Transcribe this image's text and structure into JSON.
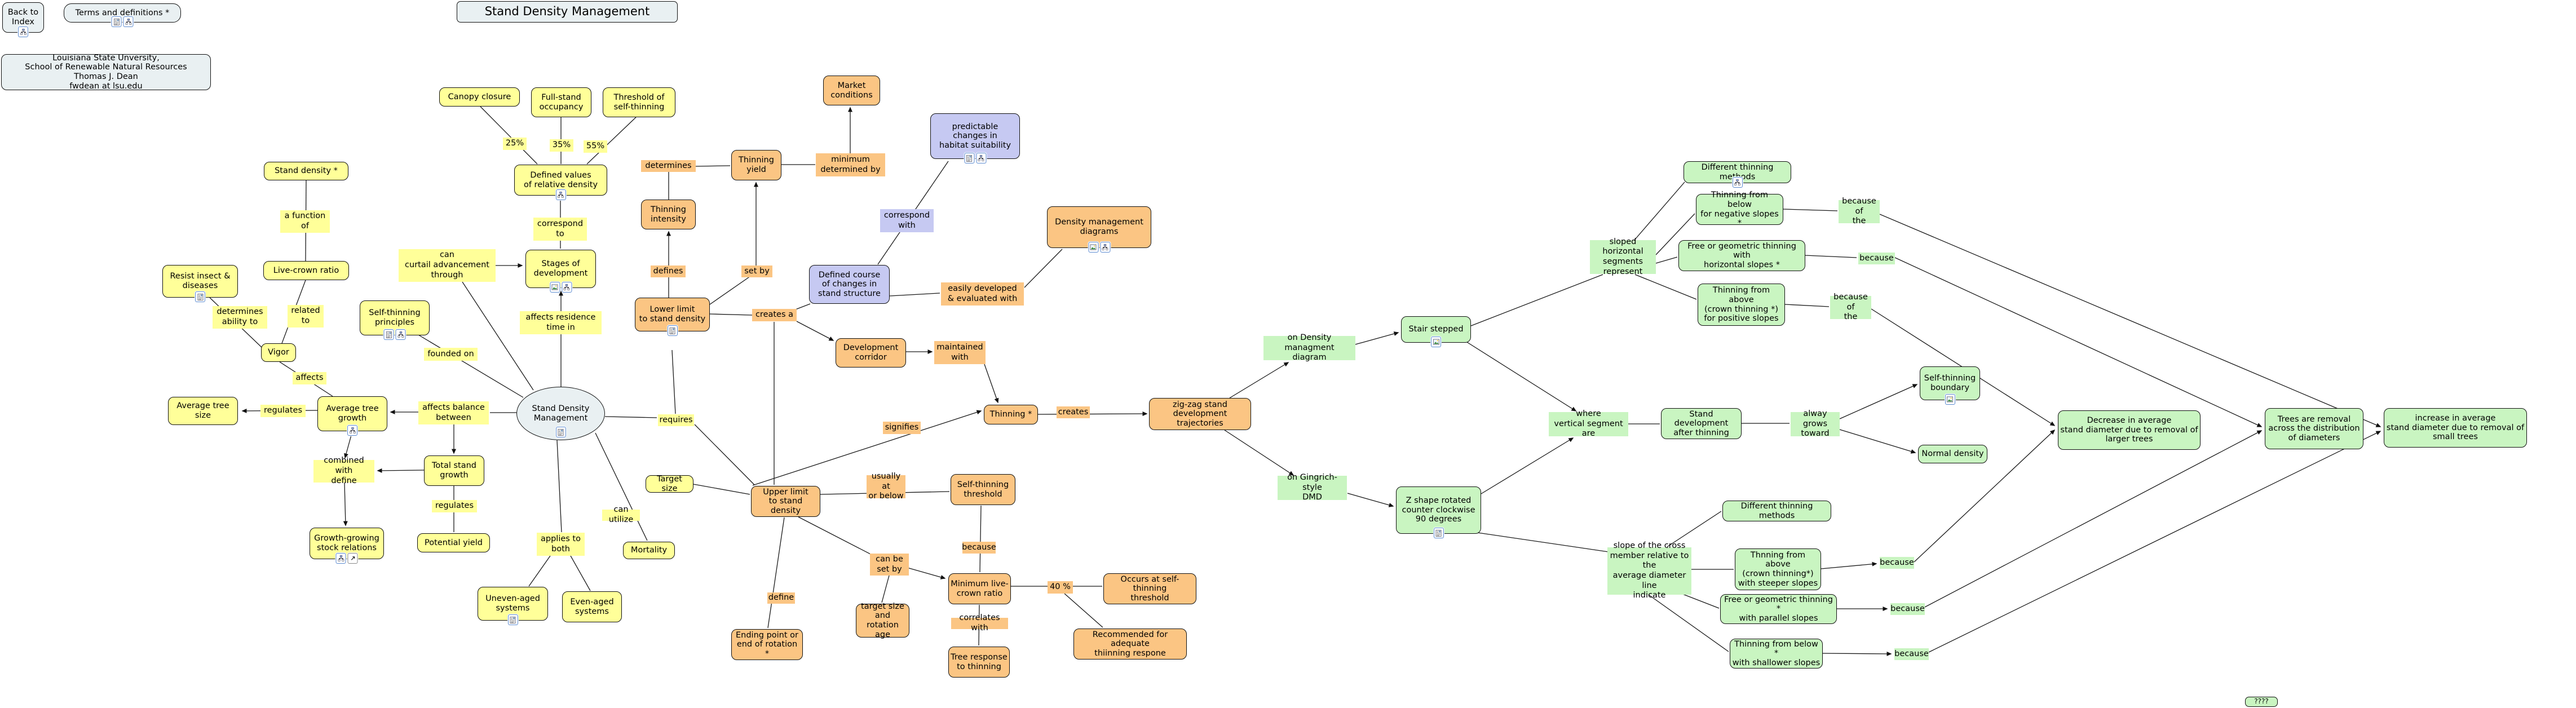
{
  "colors": {
    "concept_yellow": "#ffff99",
    "concept_orange": "#fbc583",
    "concept_green": "#c9f5c1",
    "concept_purple": "#c6c9f2",
    "concept_pale_blue": "#e9f0f2",
    "line": "#1a1a1a"
  },
  "header": {
    "back_to_index": "Back to\nIndex",
    "terms_and_definitions": "Terms and definitions *",
    "lsu_credit": "Louisiana State Unversity,\nSchool of Renewable Natural Resources\nThomas J. Dean\nfwdean at lsu.edu",
    "title": "Stand Density Management"
  },
  "map": {
    "stand_density": "Stand density *",
    "a_function_of": "a function\nof",
    "live_crown_ratio": "Live-crown ratio",
    "resist_insect": "Resist insect &\ndiseases",
    "determines_ability": "determines\nability to",
    "related_to": "related\nto",
    "vigor": "Vigor",
    "affects": "affects",
    "average_tree_size": "Average tree\nsize",
    "regulates1": "regulates",
    "average_tree_growth": "Average tree\ngrowth",
    "combined_with": "combined with\ndefine",
    "growth_growing": "Growth-growing\nstock relations",
    "total_stand_growth": "Total stand\ngrowth",
    "regulates2": "regulates",
    "potential_yield": "Potential yield",
    "self_thinning_principles": "Self-thinning\nprinciples",
    "founded_on": "founded on",
    "can_curtail": "can\ncurtail advancement\nthrough",
    "stages": "Stages of\ndevelopment",
    "affects_residence": "affects residence\ntime in",
    "canopy_closure": "Canopy closure",
    "pct25": "25%",
    "full_stand": "Full-stand\noccupancy",
    "pct35": "35%",
    "threshold_st": "Threshold of\nself-thinning",
    "pct55": "55%",
    "defined_values": "Defined values\nof relative density",
    "correspond_to": "correspond\nto",
    "sdm": "Stand Density\nManagement",
    "affects_balance": "affects balance\nbetween",
    "applies_both": "applies to\nboth",
    "can_utilize": "can utilize",
    "requires": "requires",
    "target_size": "Target size",
    "uneven_aged": "Uneven-aged\nsystems",
    "even_aged": "Even-aged\nsystems",
    "mortality": "Mortality",
    "determines": "determines",
    "thinning_intensity": "Thinning\nintensity",
    "defines": "defines",
    "thinning_yield": "Thinning\nyield",
    "set_by": "set by",
    "minimum_determined": "minimum\ndetermined by",
    "market_conditions": "Market\nconditions",
    "lower_limit": "Lower limit\nto stand density",
    "creates_a": "creates a",
    "development_corridor": "Development\ncorridor",
    "maintained_with": "maintained\nwith",
    "thinning_star": "Thinning *",
    "signifies": "signifies",
    "creates": "creates",
    "zig_zag": "zig-zag stand\ndevelopment trajectories",
    "upper_limit": "Upper limit\nto stand density",
    "usually_at": "usually at\nor below",
    "self_thinning_threshold": "Self-thinning\nthreshold",
    "because1": "because",
    "minimum_live_crown": "Minimum live-\ncrown ratio",
    "forty_pct": "40 %",
    "occurs_at": "Occurs at self-thinning\nthreshold",
    "recommended": "Recommended for adequate\nthiinning respone",
    "correlates_with": "correlates with",
    "tree_response": "Tree response\nto thinning",
    "can_be_set": "can be\nset by",
    "target_rotation": "target size\nand rotation\nage",
    "define": "define",
    "ending_point": "Ending point or\nend of rotation *",
    "easily_developed": "easily developed\n& evaluated with",
    "density_diagrams": "Density management\ndiagrams",
    "predictable": "predictable\nchanges in\nhabitat suitability",
    "defined_course": "Defined course\nof changes in\nstand structure",
    "correspond_with": "correspond\nwith",
    "on_density": "on Density managment\ndiagram",
    "stair_stepped": "Stair stepped",
    "on_gingrich": "on Gingrich-style\nDMD",
    "z_shape": "Z shape rotated\ncounter clockwise\n90 degrees",
    "sloped_horizontal": "sloped horizontal\nsegments\nrepresent",
    "diff_methods_top": "Different thinning methods",
    "thin_below_neg": "Thinning from below\nfor negative slopes *",
    "free_geo_horiz": "Free or geometric thinning with\nhorizontal slopes *",
    "thin_above_pos": "Thinning from above\n(crown thinning *)\nfor positive slopes",
    "because_of_the1": "because of\nthe",
    "because2": "because",
    "because_of_the2": "because of\nthe",
    "where_vertical": "where\nvertical segment are",
    "stand_dev_after": "Stand development\nafter thinning",
    "alway_grows": "alway grows\ntoward",
    "self_thin_boundary": "Self-thinning\nboundary",
    "normal_density": "Normal density",
    "decrease_avg": "Decrease in average\nstand diameter due to removal of\nlarger trees",
    "trees_removal": "Trees are removal\nacross the distribution\nof diameters",
    "increase_avg": "increase in average\nstand diameter due to removal of\nsmall trees",
    "slope_cross": "slope of the cross\nmember relative to the\naverage diameter line\nindicate",
    "diff_methods_bottom": "Different thinning methods",
    "thn_above_steeper": "Thnning from above\n(crown thinning*)\nwith steeper slopes",
    "free_geo_parallel": "Free or geometric thinning *\nwith parallel slopes",
    "thin_below_shallow": "Thinning from below *\nwith shallower slopes",
    "because3": "because",
    "because4": "because",
    "because5": "because",
    "unknown": "????"
  }
}
